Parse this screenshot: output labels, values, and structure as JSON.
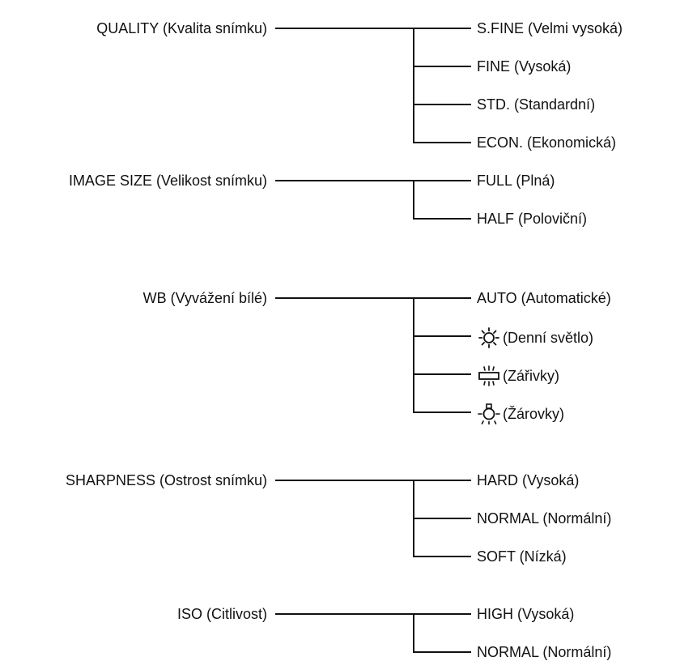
{
  "groups": [
    {
      "label": "QUALITY (Kvalita snímku)",
      "options": [
        {
          "text": "S.FINE (Velmi vysoká)"
        },
        {
          "text": "FINE (Vysoká)"
        },
        {
          "text": "STD. (Standardní)"
        },
        {
          "text": "ECON. (Ekonomická)"
        }
      ]
    },
    {
      "label": "IMAGE SIZE (Velikost snímku)",
      "options": [
        {
          "text": "FULL (Plná)"
        },
        {
          "text": "HALF (Poloviční)"
        }
      ]
    },
    {
      "label": "WB (Vyvážení bílé)",
      "options": [
        {
          "text": "AUTO (Automatické)"
        },
        {
          "text": "(Denní světlo)",
          "icon": "sun-icon"
        },
        {
          "text": "(Zářivky)",
          "icon": "fluorescent-icon"
        },
        {
          "text": "(Žárovky)",
          "icon": "bulb-icon"
        }
      ]
    },
    {
      "label": "SHARPNESS (Ostrost snímku)",
      "options": [
        {
          "text": "HARD (Vysoká)"
        },
        {
          "text": "NORMAL (Normální)"
        },
        {
          "text": "SOFT (Nízká)"
        }
      ]
    },
    {
      "label": "ISO (Citlivost)",
      "options": [
        {
          "text": "HIGH (Vysoká)"
        },
        {
          "text": "NORMAL (Normální)"
        }
      ]
    }
  ]
}
